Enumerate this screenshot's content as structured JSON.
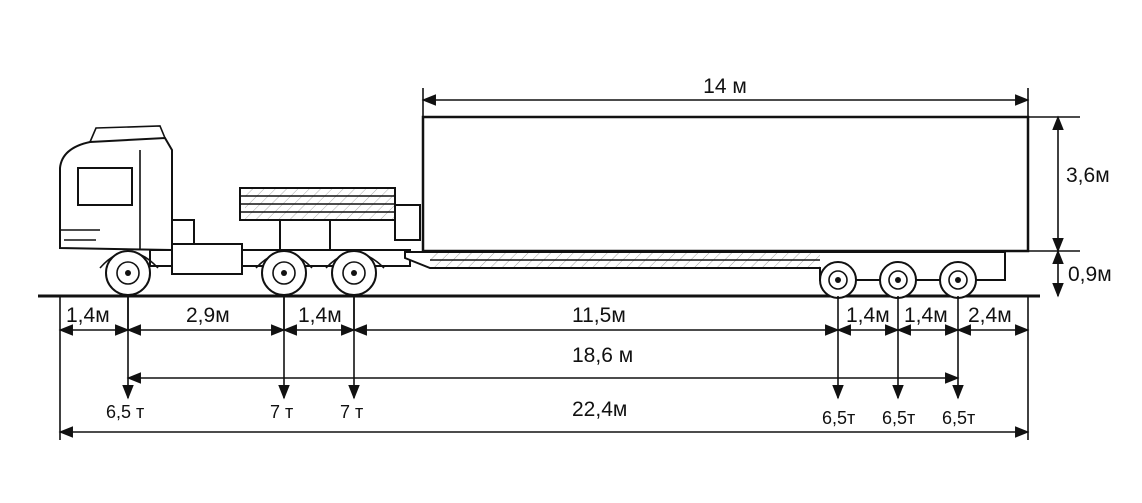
{
  "dimensions": {
    "trailer_length": "14 м",
    "trailer_height": "3,6м",
    "deck_height": "0,9м",
    "seg_front_overhang": "1,4м",
    "seg_cab_to_axle2": "2,9м",
    "seg_axle2_to_axle3": "1,4м",
    "seg_to_trailer_axles": "11,5м",
    "seg_trailer_axle_1_2": "1,4м",
    "seg_trailer_axle_2_3": "1,4м",
    "seg_rear_overhang": "2,4м",
    "wheelbase_total": "18,6 м",
    "overall_length": "22,4м"
  },
  "axle_loads": {
    "a1": "6,5 т",
    "a2": "7 т",
    "a3": "7 т",
    "a4": "6,5т",
    "a5": "6,5т",
    "a6": "6,5т"
  }
}
